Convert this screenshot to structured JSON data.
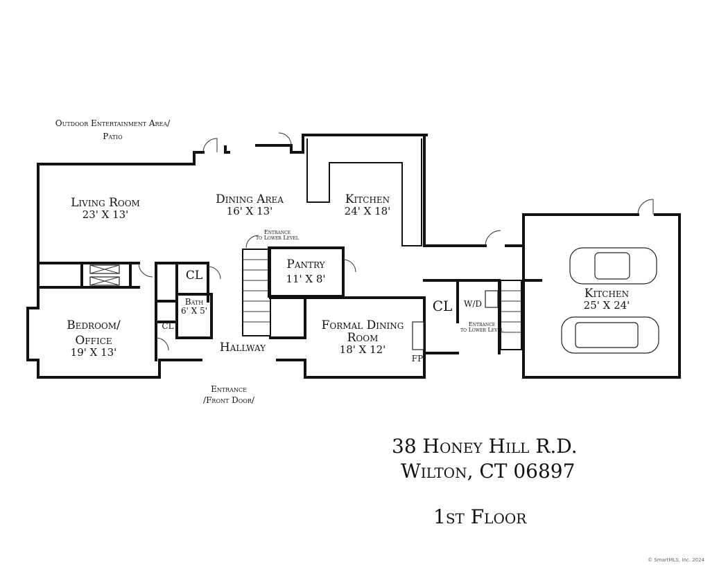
{
  "outdoor": {
    "line1": "Outdoor Entertainment Area/",
    "line2": "Patio"
  },
  "rooms": {
    "living": {
      "name": "Living Room",
      "dims": "23' X 13'"
    },
    "dining_area": {
      "name": "Dining Area",
      "dims": "16' X 13'"
    },
    "kitchen": {
      "name": "Kitchen",
      "dims": "24' X 18'"
    },
    "pantry": {
      "name": "Pantry",
      "dims": "11' X 8'"
    },
    "bedroom": {
      "name1": "Bedroom/",
      "name2": "Office",
      "dims": "19' X 13'"
    },
    "bath": {
      "name": "Bath",
      "dims": "6' X 5'"
    },
    "formal_dining": {
      "name1": "Formal Dining",
      "name2": "Room",
      "dims": "18' X 12'"
    },
    "garage": {
      "name": "Kitchen",
      "dims": "25' X 24'"
    }
  },
  "labels": {
    "cl": "CL",
    "wd": "W/D",
    "fp": "FP",
    "hallway": "Hallway",
    "entrance_lower_1": {
      "line1": "Entrance",
      "line2": "to Lower Level"
    },
    "entrance_lower_2": {
      "line1": "Entrance",
      "line2": "to Lower Level"
    },
    "front_entrance": {
      "line1": "Entrance",
      "line2": "/Front Door/"
    }
  },
  "address": {
    "line1": "38 Honey Hill R.D.",
    "line2": "Wilton, CT 06897"
  },
  "floor": "1st Floor",
  "copyright": "© SmartMLS, Inc. 2024"
}
